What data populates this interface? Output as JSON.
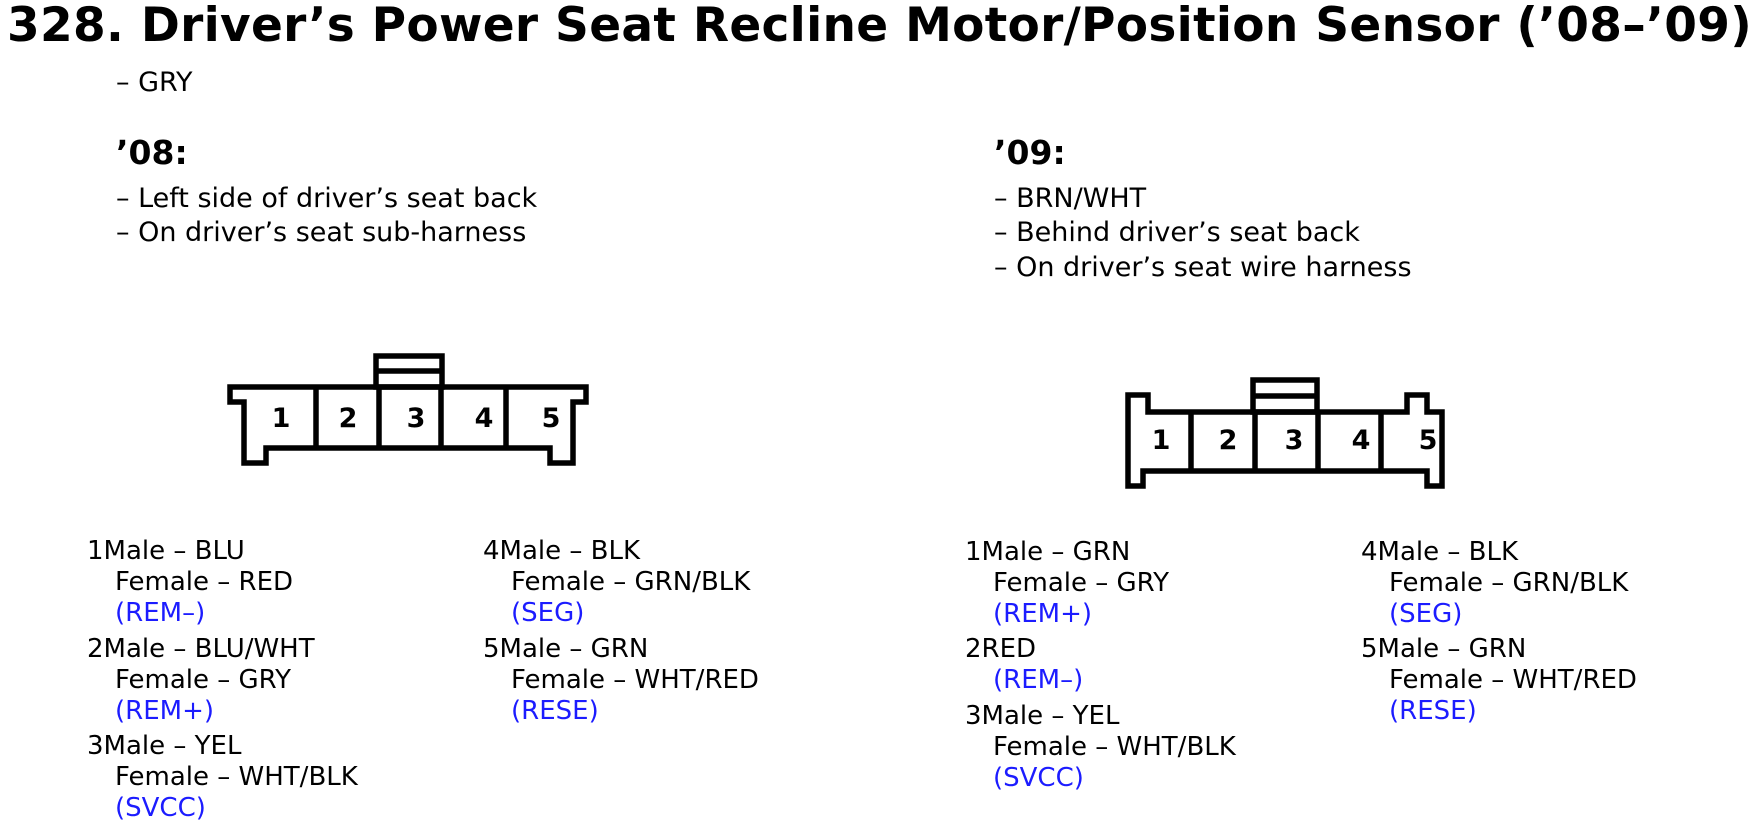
{
  "title": "328. Driver’s Power Seat Recline Motor/Position Sensor (’08–’09)",
  "common": {
    "color_line": "– GRY"
  },
  "y08": {
    "heading": "’08:",
    "lines": [
      "– Left side of driver’s seat back",
      "– On driver’s seat sub-harness"
    ],
    "pins": [
      {
        "num": "1",
        "male": "Male – BLU",
        "female": "Female – RED",
        "signal": "(REM–)"
      },
      {
        "num": "2",
        "male": "Male – BLU/WHT",
        "female": "Female – GRY",
        "signal": "(REM+)"
      },
      {
        "num": "3",
        "male": "Male – YEL",
        "female": "Female – WHT/BLK",
        "signal": "(SVCC)"
      },
      {
        "num": "4",
        "male": "Male – BLK",
        "female": "Female – GRN/BLK",
        "signal": "(SEG)"
      },
      {
        "num": "5",
        "male": "Male – GRN",
        "female": "Female – WHT/RED",
        "signal": "(RESE)"
      }
    ]
  },
  "y09": {
    "heading": "’09:",
    "lines": [
      "– BRN/WHT",
      "– Behind driver’s seat back",
      "– On driver’s seat wire harness"
    ],
    "pins": [
      {
        "num": "1",
        "male": "Male – GRN",
        "female": "Female – GRY",
        "signal": "(REM+)"
      },
      {
        "num": "2",
        "wire": "RED",
        "signal": "(REM–)"
      },
      {
        "num": "3",
        "male": "Male – YEL",
        "female": "Female – WHT/BLK",
        "signal": "(SVCC)"
      },
      {
        "num": "4",
        "male": "Male – BLK",
        "female": "Female – GRN/BLK",
        "signal": "(SEG)"
      },
      {
        "num": "5",
        "male": "Male – GRN",
        "female": "Female – WHT/RED",
        "signal": "(RESE)"
      }
    ]
  },
  "colors": {
    "signal": "#1c1cff"
  }
}
